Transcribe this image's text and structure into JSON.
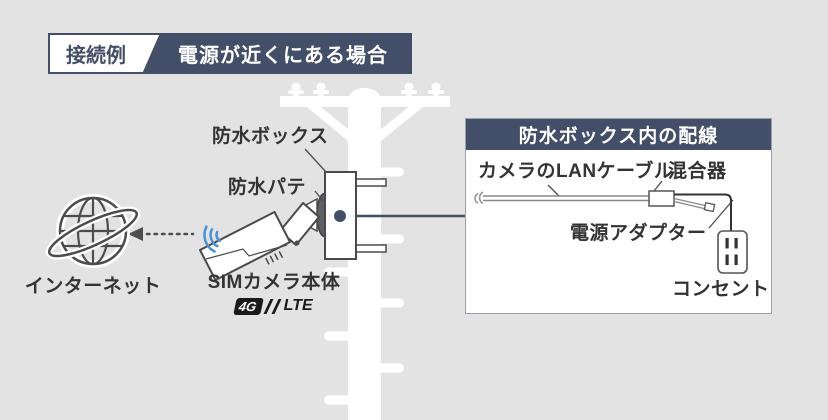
{
  "header": {
    "tag": "接続例",
    "title": "電源が近くにある場合"
  },
  "scene": {
    "waterproof_box_label": "防水ボックス",
    "waterproof_putty_label": "防水パテ",
    "internet_label": "インターネット",
    "camera_label": "SIMカメラ本体",
    "camera_badge_4g": "4G",
    "camera_badge_lte": "LTE"
  },
  "panel": {
    "title": "防水ボックス内の配線",
    "lan_cable_label": "カメラのLANケーブル",
    "combiner_label": "混合器",
    "power_adapter_label": "電源アダプター",
    "outlet_label": "コンセント"
  },
  "colors": {
    "background": "#e3e3e4",
    "accent_slate": "#434f68",
    "label_text": "#333333",
    "wifi_blue": "#4a90d2",
    "icon_gray": "#4a4a4a"
  }
}
